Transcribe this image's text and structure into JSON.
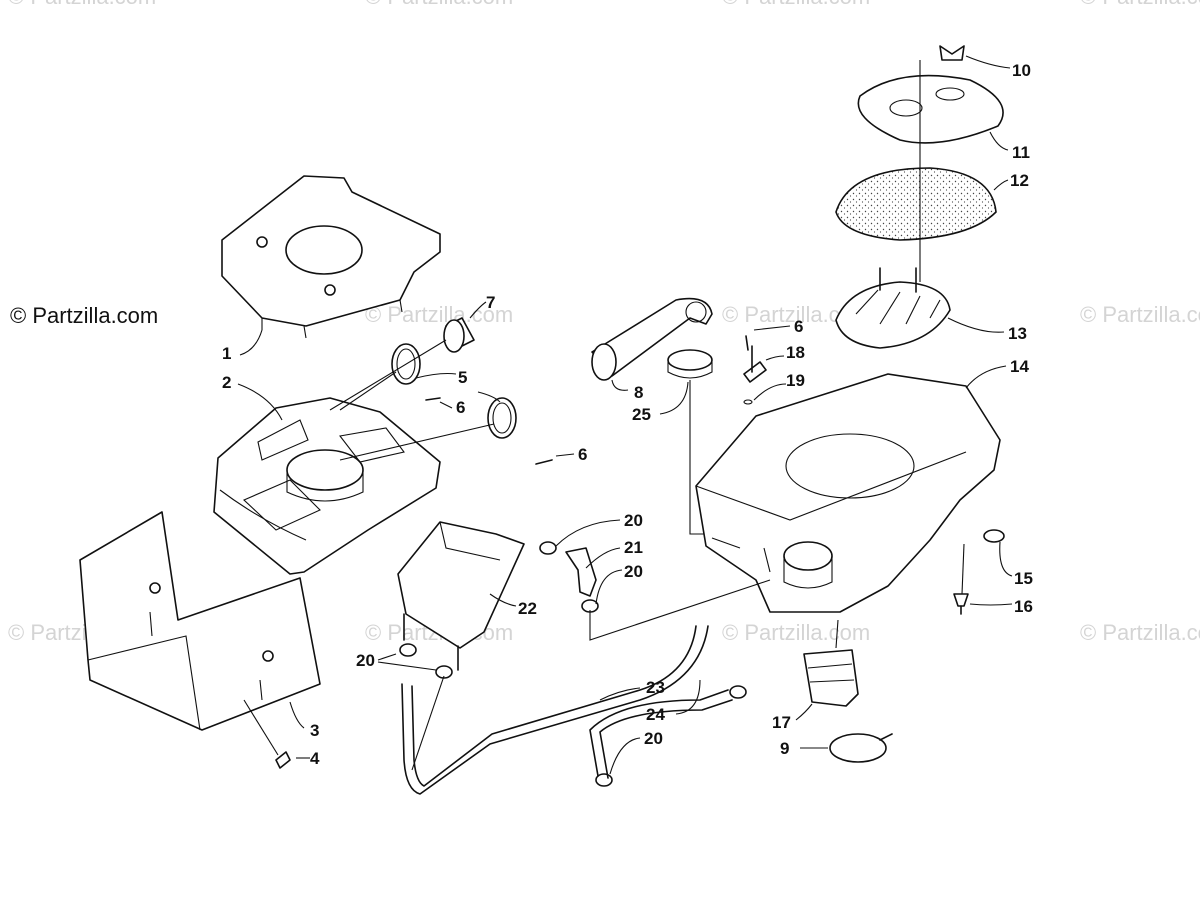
{
  "watermark": {
    "text": "© Partzilla.com",
    "copyright": "© Partzilla.com"
  },
  "parts": [
    {
      "num": "1"
    },
    {
      "num": "2"
    },
    {
      "num": "3"
    },
    {
      "num": "4"
    },
    {
      "num": "5"
    },
    {
      "num": "6"
    },
    {
      "num": "6"
    },
    {
      "num": "6"
    },
    {
      "num": "7"
    },
    {
      "num": "8"
    },
    {
      "num": "9"
    },
    {
      "num": "10"
    },
    {
      "num": "11"
    },
    {
      "num": "12"
    },
    {
      "num": "13"
    },
    {
      "num": "14"
    },
    {
      "num": "15"
    },
    {
      "num": "16"
    },
    {
      "num": "17"
    },
    {
      "num": "18"
    },
    {
      "num": "19"
    },
    {
      "num": "20"
    },
    {
      "num": "20"
    },
    {
      "num": "20"
    },
    {
      "num": "20"
    },
    {
      "num": "21"
    },
    {
      "num": "22"
    },
    {
      "num": "23"
    },
    {
      "num": "24"
    },
    {
      "num": "25"
    }
  ]
}
